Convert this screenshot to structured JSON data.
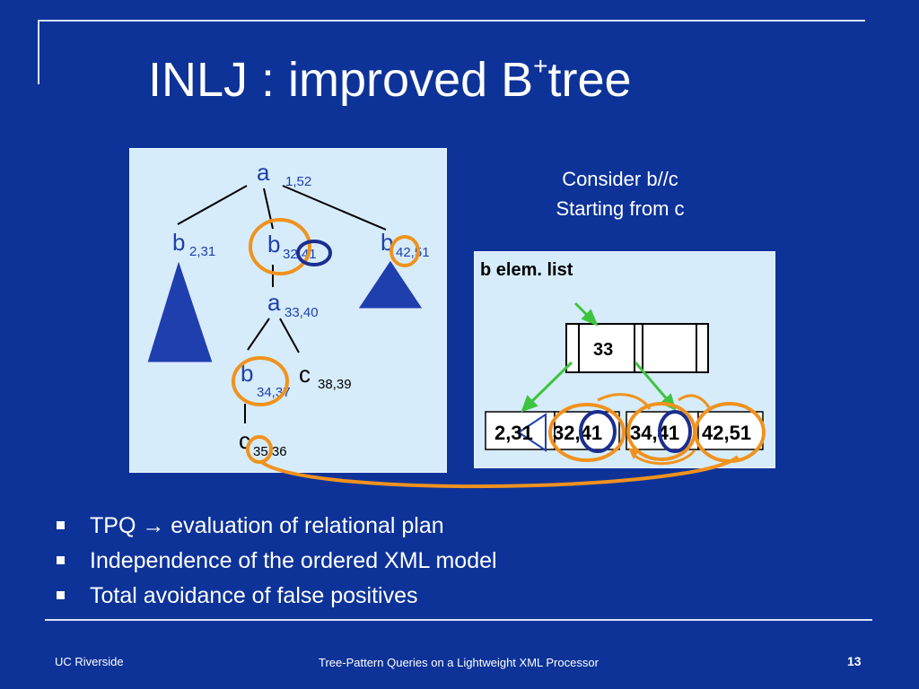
{
  "slide": {
    "title_main": "INLJ : improved B",
    "title_sup": "+",
    "title_end": "tree"
  },
  "tree": {
    "root": {
      "label": "a",
      "pos": "1,52"
    },
    "b_left": {
      "label": "b",
      "pos": "2,31"
    },
    "b_mid": {
      "label": "b",
      "pos": "32,41"
    },
    "b_right": {
      "label": "b",
      "pos": "42,51"
    },
    "a_mid": {
      "label": "a",
      "pos": "33,40"
    },
    "b_low": {
      "label": "b",
      "pos": "34,37"
    },
    "c_mid": {
      "label": "c",
      "pos": "38,39"
    },
    "c_low": {
      "label": "c",
      "pos": "35,36"
    }
  },
  "consider": {
    "line1": "Consider b//c",
    "line2": "Starting from c"
  },
  "blist": {
    "title": "b elem. list",
    "root_key": "33",
    "leaves": [
      "2,31",
      "32,41",
      "34,41",
      "42,51"
    ]
  },
  "bullets": [
    "TPQ → evaluation of relational plan",
    "Independence of the ordered XML model",
    "Total avoidance of false positives"
  ],
  "footer": {
    "left": "UC Riverside",
    "center": "Tree-Pattern Queries on a Lightweight XML Processor",
    "page": "13"
  },
  "colors": {
    "background": "#0d3399",
    "panel": "#d6ecfb",
    "node_blue": "#1f3fae",
    "orange": "#f0921e",
    "navy": "#1b2e8f",
    "green": "#3fc43f"
  }
}
